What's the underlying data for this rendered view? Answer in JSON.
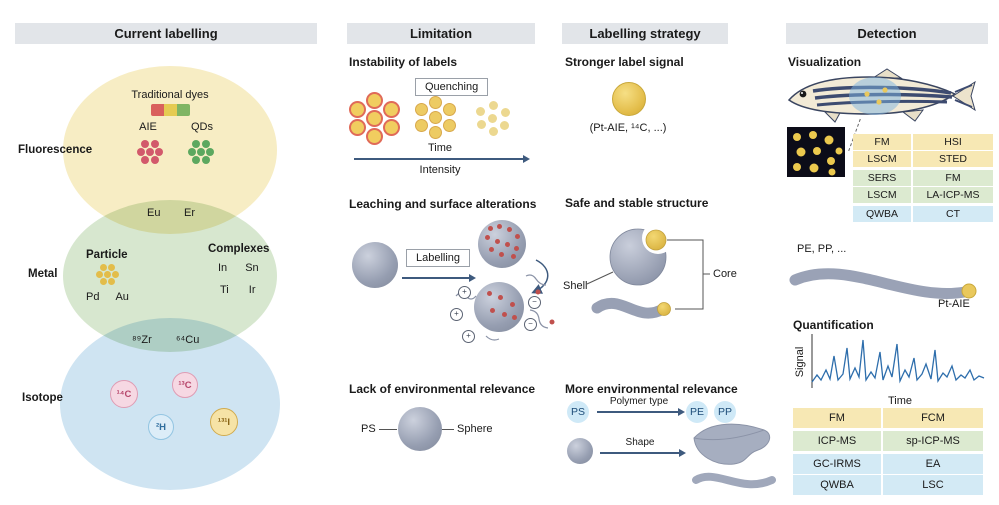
{
  "headers": {
    "labelling": "Current labelling",
    "limitation": "Limitation",
    "strategy": "Labelling strategy",
    "detection": "Detection"
  },
  "venn": {
    "side_fluorescence": "Fluorescence",
    "side_metal": "Metal",
    "side_isotope": "Isotope",
    "traditional_dyes": "Traditional dyes",
    "aie": "AIE",
    "qds": "QDs",
    "eu": "Eu",
    "er": "Er",
    "particle": "Particle",
    "pd": "Pd",
    "au": "Au",
    "complexes": "Complexes",
    "in": "In",
    "sn": "Sn",
    "ti": "Ti",
    "ir": "Ir",
    "zr89": "⁸⁹Zr",
    "cu64": "⁶⁴Cu",
    "c14": "¹⁴C",
    "c13": "¹³C",
    "h2": "²H",
    "i131": "¹³¹I"
  },
  "limitation": {
    "instability_title": "Instability of labels",
    "quenching": "Quenching",
    "time": "Time",
    "intensity": "Intensity",
    "leaching_title": "Leaching and surface alterations",
    "labelling": "Labelling",
    "plus": "+",
    "minus": "−",
    "relevance_title": "Lack of environmental relevance",
    "ps": "PS",
    "sphere": "Sphere"
  },
  "strategy": {
    "signal_title": "Stronger label signal",
    "signal_caption": "(Pt-AIE, ¹⁴C, ...)",
    "structure_title": "Safe and stable structure",
    "shell": "Shell",
    "core": "Core",
    "relevance_title": "More environmental relevance",
    "ps": "PS",
    "polymer_type": "Polymer type",
    "pe": "PE",
    "pp": "PP",
    "shape": "Shape"
  },
  "detection": {
    "visualization_title": "Visualization",
    "vis_rows": [
      {
        "left": "FM",
        "right": "HSI"
      },
      {
        "left": "LSCM",
        "right": "STED"
      },
      {
        "left": "SERS",
        "right": "FM"
      },
      {
        "left": "LSCM",
        "right": "LA-ICP-MS"
      },
      {
        "left": "QWBA",
        "right": "CT"
      }
    ],
    "fiber_label": "PE, PP, ...",
    "pt_aie": "Pt-AIE",
    "quantification_title": "Quantification",
    "signal_axis": "Signal",
    "time_axis": "Time",
    "quant_rows": [
      {
        "left": "FM",
        "right": "FCM"
      },
      {
        "left": "ICP-MS",
        "right": "sp-ICP-MS"
      },
      {
        "left": "GC-IRMS",
        "right": "EA"
      },
      {
        "left": "QWBA",
        "right": "LSC"
      }
    ]
  },
  "colors": {
    "header_bg": "#e2e5e9",
    "venn_yellow": "#f7edc4",
    "venn_green": "#d7e7cf",
    "venn_blue": "#cfe4f2",
    "table_yellow": "#f7e8b4",
    "table_green": "#dcead0",
    "table_blue": "#d3eaf5",
    "arrow_navy": "#3e5a7e",
    "sphere_gray": "#98a0b4",
    "gold": "#e9c85c",
    "dot_red": "#c0504d"
  }
}
